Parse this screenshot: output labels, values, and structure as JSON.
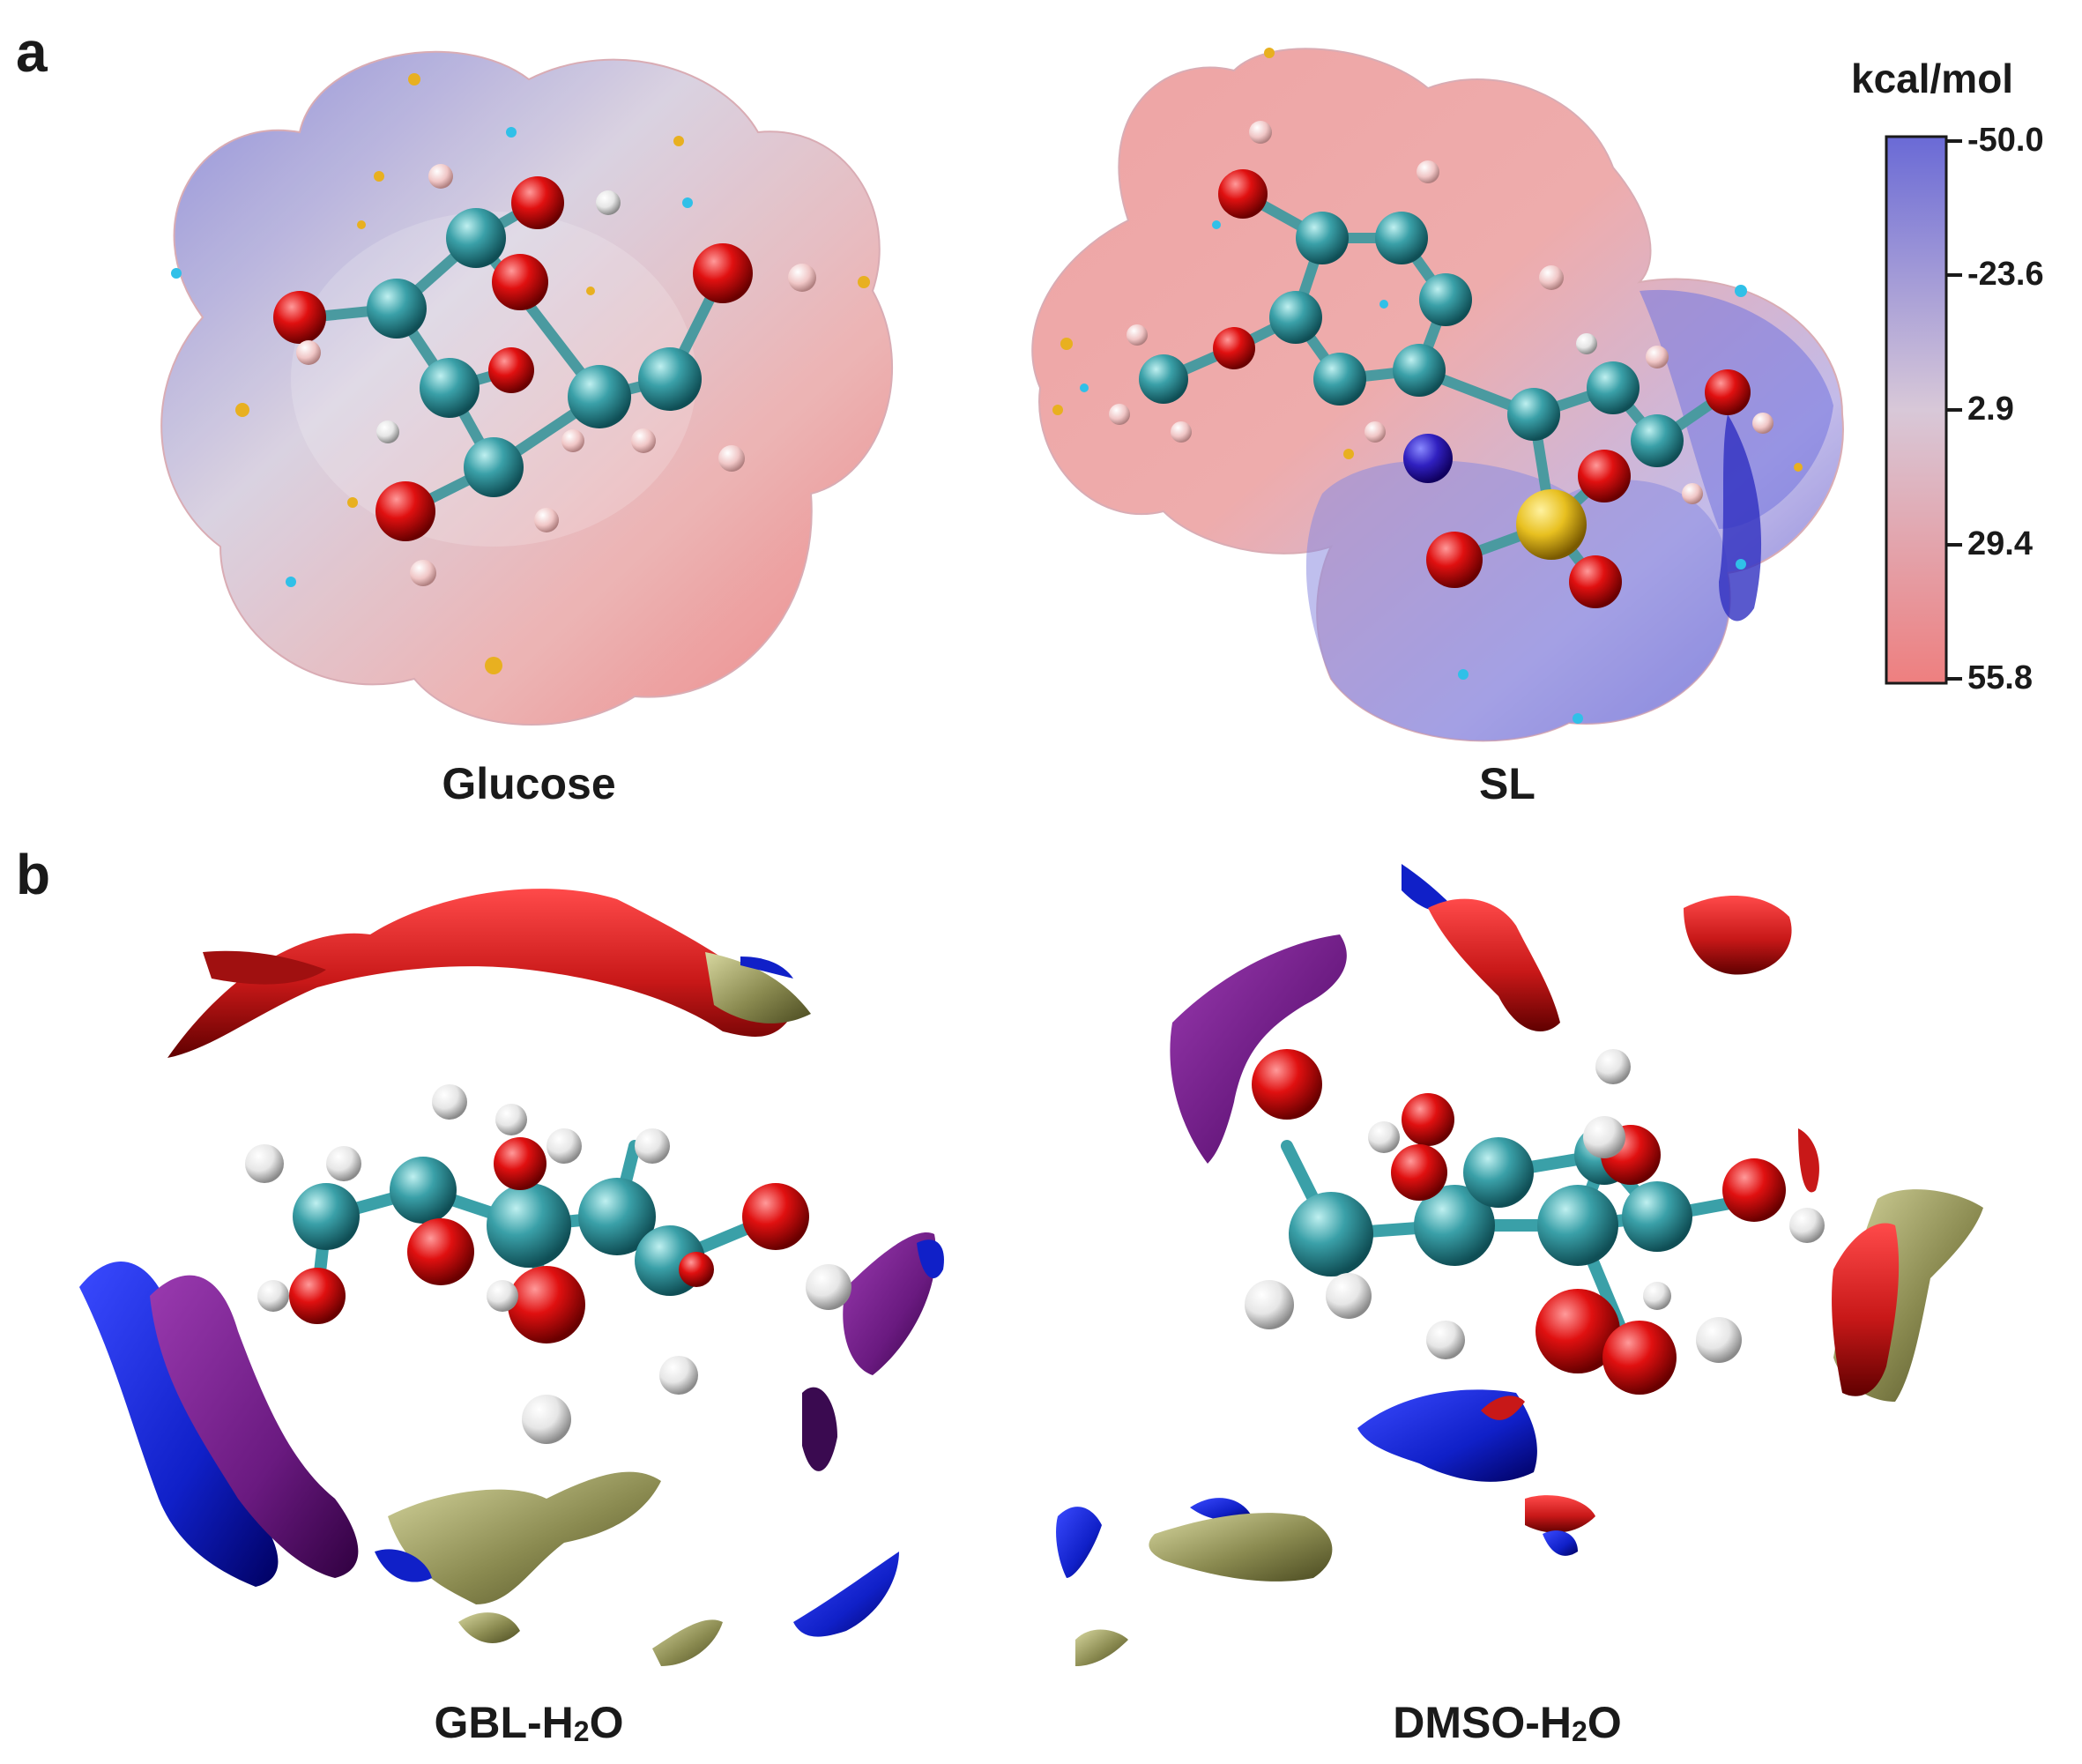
{
  "panels": {
    "a": {
      "letter": "a",
      "left_label": "Glucose",
      "right_label": "SL"
    },
    "b": {
      "letter": "b",
      "left_label": "GBL-H",
      "left_label_sub": "2",
      "left_label_tail": "O",
      "right_label": "DMSO-H",
      "right_label_sub": "2",
      "right_label_tail": "O"
    }
  },
  "colorbar": {
    "title": "kcal/mol",
    "ticks": [
      "-50.0",
      "-23.6",
      "2.9",
      "29.4",
      "55.8"
    ],
    "color_top": "#6a6ad6",
    "color_mid": "#d8c8d8",
    "color_bottom": "#ee7f7f"
  },
  "colors": {
    "carbon": "#3aa0a8",
    "oxygen": "#e01010",
    "hydrogen": "#f0f0f0",
    "sulfur": "#e8c020",
    "surface_red": "#c81818",
    "surface_blue": "#1020c8",
    "surface_purple": "#6a1a80",
    "surface_olive": "#8a8a50"
  }
}
